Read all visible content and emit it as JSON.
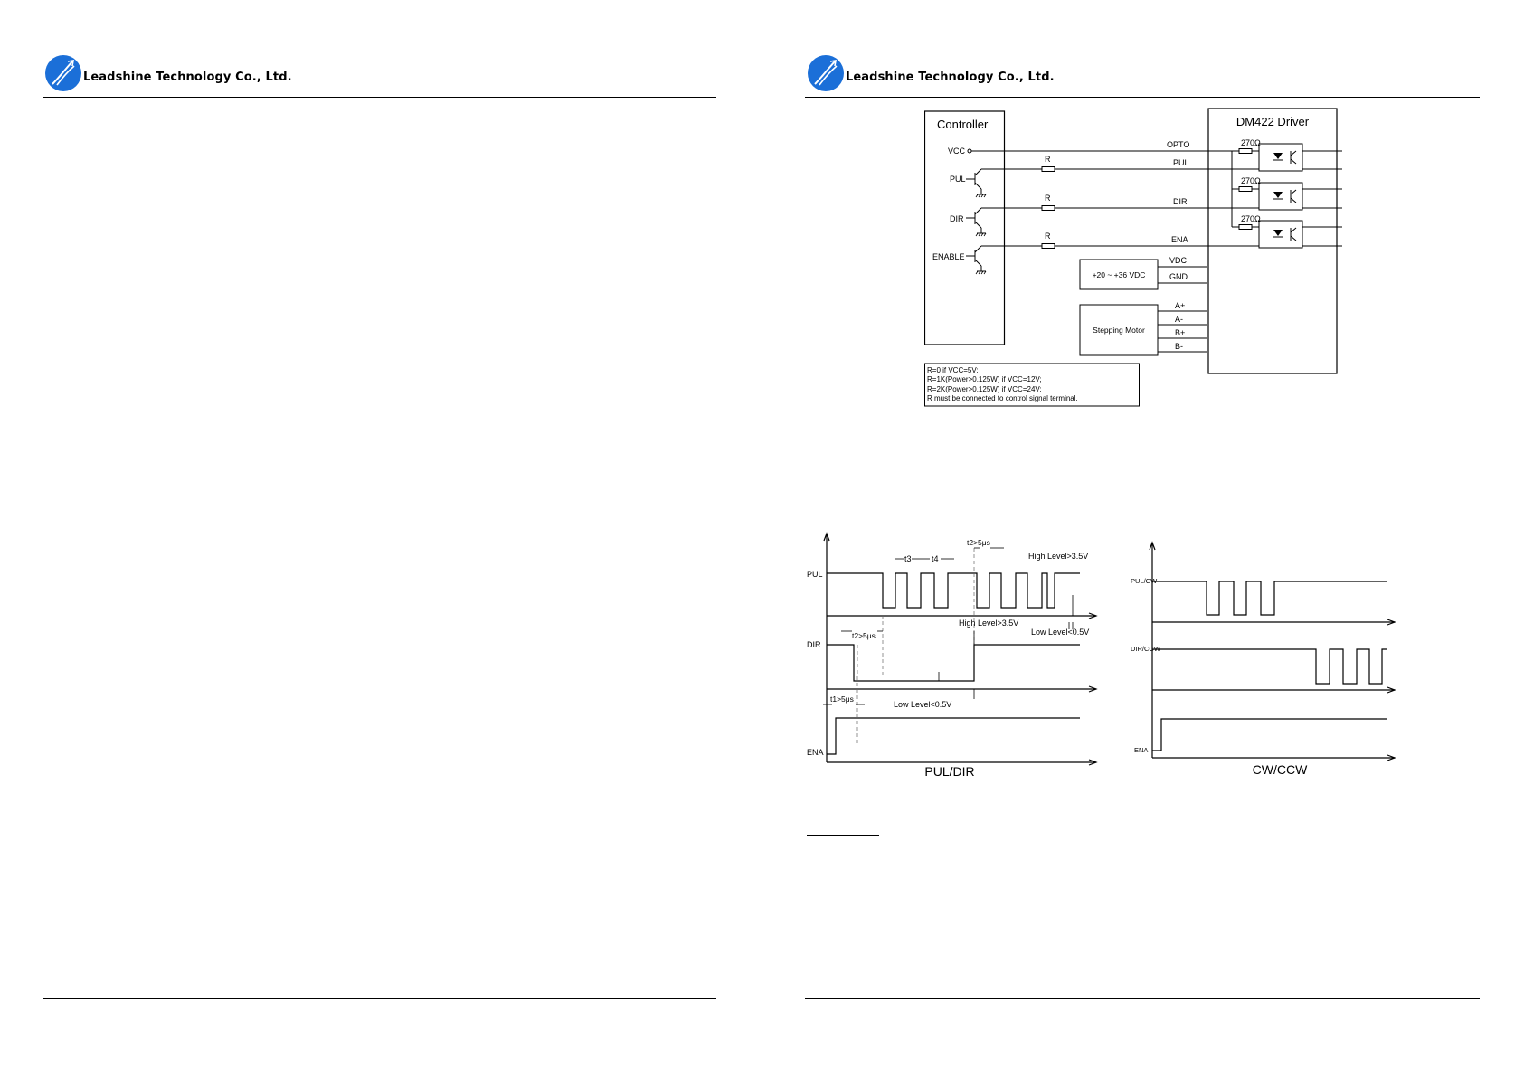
{
  "left_page": {
    "header": {
      "company": "Leadshine Technology Co., Ltd."
    }
  },
  "right_page": {
    "header": {
      "company": "Leadshine Technology Co., Ltd."
    },
    "wiring": {
      "controller_title": "Controller",
      "vcc": "VCC",
      "pul": "PUL",
      "dir": "DIR",
      "enable": "ENABLE",
      "driver_title": "DM422 Driver",
      "resistor": "R",
      "resistor_270": "270Ω",
      "opto": "OPTO",
      "pul_in": "PUL",
      "dir_in": "DIR",
      "ena_in": "ENA",
      "vdc": "VDC",
      "gnd": "GND",
      "power_supply": "+20 ~ +36 VDC",
      "a_plus": "A+",
      "a_minus": "A-",
      "b_plus": "B+",
      "b_minus": "B-",
      "motor": "Stepping Motor",
      "notes": [
        "R=0 if VCC=5V;",
        "R=1K(Power>0.125W) if VCC=12V;",
        "R=2K(Power>0.125W) if VCC=24V;",
        "R must be connected to control signal terminal."
      ]
    },
    "timing_puldir": {
      "caption": "PUL/DIR",
      "pul": "PUL",
      "dir": "DIR",
      "ena": "ENA",
      "t3": "t3",
      "t4": "t4",
      "t2": "t2>5μs",
      "t2b": "t2>5μs",
      "t1": "t1>5μs",
      "high1": "High Level>3.5V",
      "high2": "High Level>3.5V",
      "low1": "Low Level<0.5V",
      "low2": "Low Level<0.5V"
    },
    "timing_cwccw": {
      "caption": "CW/CCW",
      "pul_cw": "PUL/CW",
      "dir_ccw": "DIR/CCW",
      "ena": "ENA"
    }
  }
}
